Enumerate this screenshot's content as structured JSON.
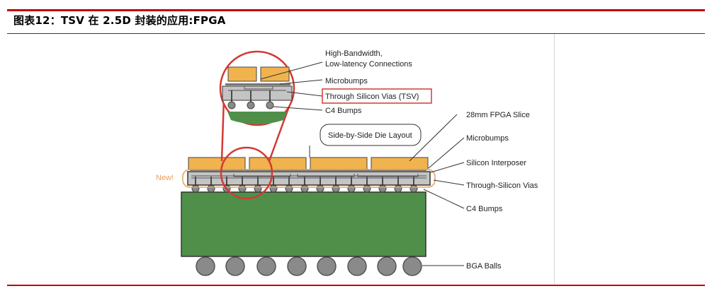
{
  "header": {
    "title": "图表12：TSV 在 2.5D 封装的应用:FPGA"
  },
  "diagram": {
    "callouts": {
      "hbw_line1": "High-Bandwidth,",
      "hbw_line2": "Low-latency Connections",
      "microbumps_top": "Microbumps",
      "tsv_top": "Through Silicon Vias (TSV)",
      "c4_top": "C4 Bumps",
      "fpga_slice": "28mm FPGA Slice",
      "microbumps": "Microbumps",
      "interposer": "Silicon Interposer",
      "tsv": "Through-Silicon Vias",
      "c4": "C4 Bumps",
      "bga": "BGA Balls",
      "side_by_side": "Side-by-Side Die Layout",
      "new_tag": "New!"
    },
    "colors": {
      "die": "#f0b34e",
      "substrate": "#4f8f4a",
      "interposer": "#b8b8b8",
      "ball": "#8a8a8a",
      "highlight": "#d23a33",
      "new_tag": "#e8a05a",
      "rule": "#c00000"
    }
  }
}
